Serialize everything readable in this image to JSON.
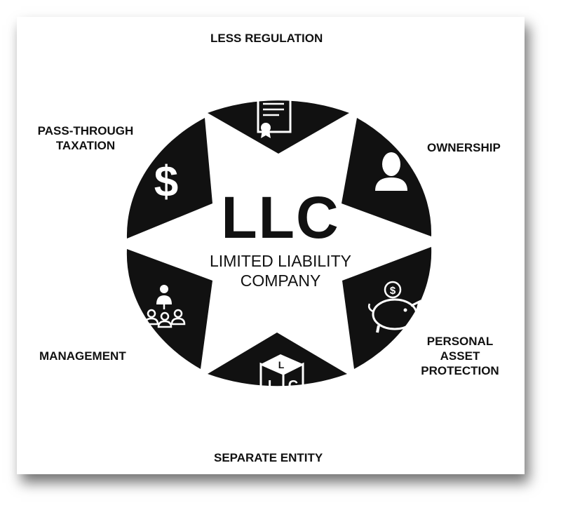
{
  "center": {
    "title": "LLC",
    "subtitle_line1": "LIMITED LIABILITY",
    "subtitle_line2": "COMPANY"
  },
  "segments": [
    {
      "label": "LESS REGULATION",
      "icon": "certificate-icon"
    },
    {
      "label": "OWNERSHIP",
      "icon": "person-icon"
    },
    {
      "label_lines": [
        "PERSONAL",
        "ASSET",
        "PROTECTION"
      ],
      "icon": "piggy-bank-icon"
    },
    {
      "label": "SEPARATE ENTITY",
      "icon": "llc-cube-icon"
    },
    {
      "label": "MANAGEMENT",
      "icon": "group-icon"
    },
    {
      "label_lines": [
        "PASS-THROUGH",
        "TAXATION"
      ],
      "icon": "dollar-icon"
    }
  ],
  "icons": {
    "dollar_symbol": "$",
    "cube_letters": [
      "L",
      "L",
      "C"
    ]
  },
  "colors": {
    "segment_fill": "#111111",
    "icon_fill": "#ffffff",
    "text": "#111111",
    "background": "#ffffff"
  }
}
